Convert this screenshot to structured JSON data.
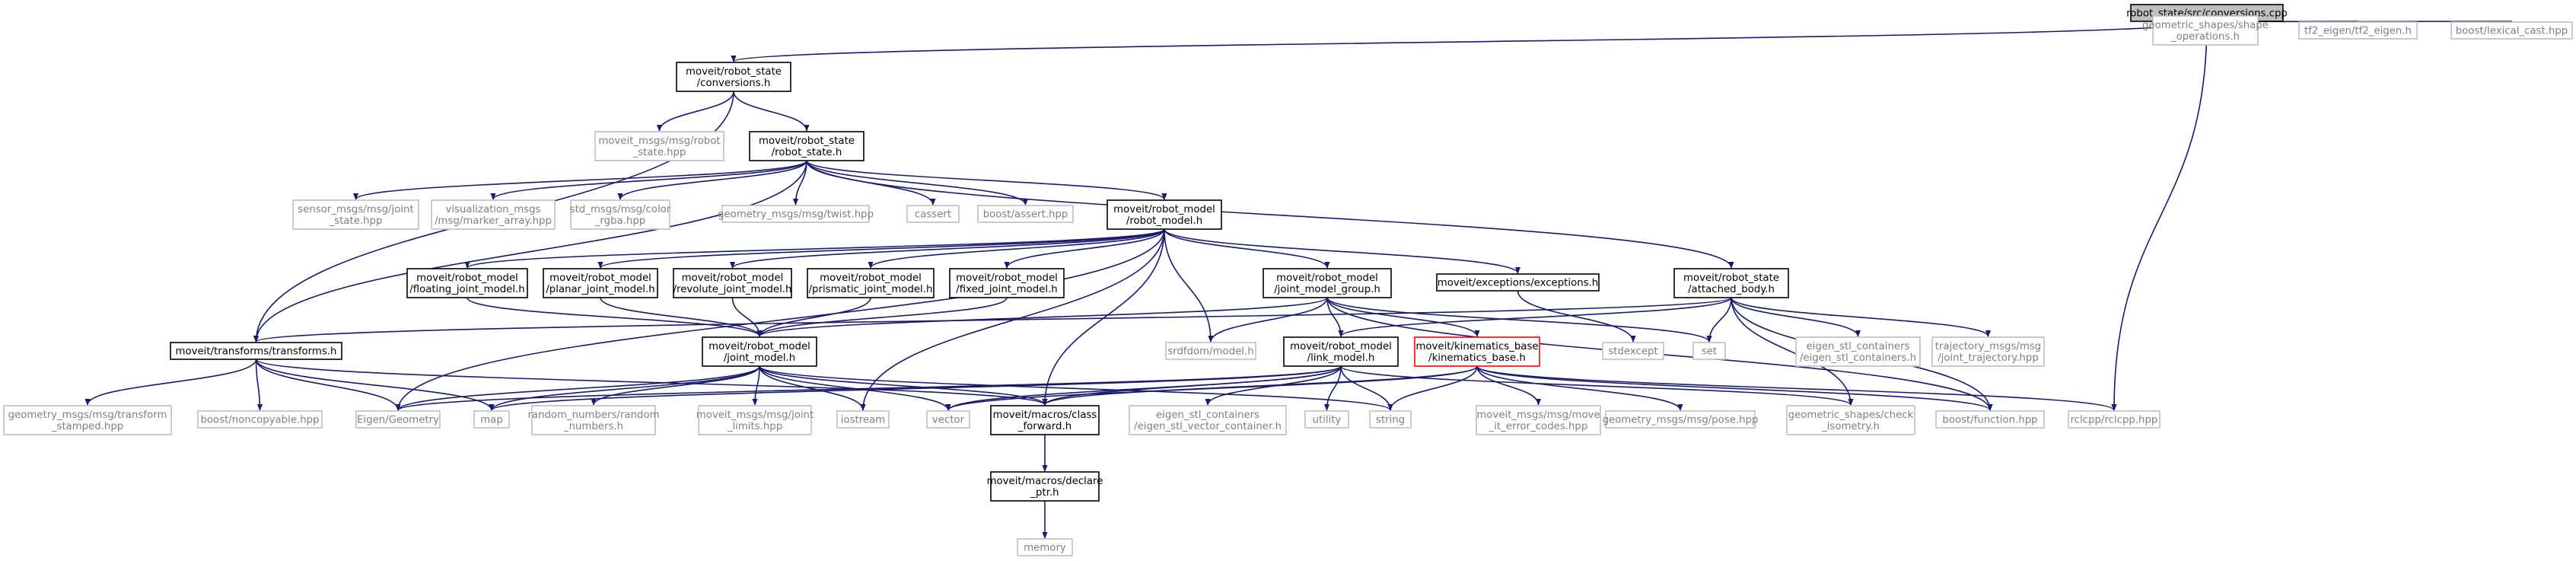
{
  "graph": {
    "colors": {
      "edge": "#191970",
      "root_fill": "#bfbfbf",
      "box_border": "#000000",
      "external_border": "#bfbfbf",
      "missing_border": "#ff0000"
    },
    "nodes": [
      {
        "id": "root",
        "kind": "root",
        "lines": [
          "robot_state/src/conversions.cpp"
        ]
      },
      {
        "id": "conv",
        "kind": "internal",
        "lines": [
          "moveit/robot_state",
          "/conversions.h"
        ]
      },
      {
        "id": "geoshape",
        "kind": "external",
        "lines": [
          "geometric_shapes/shape",
          "_operations.h"
        ]
      },
      {
        "id": "tf2eigen",
        "kind": "external",
        "lines": [
          "tf2_eigen/tf2_eigen.h"
        ]
      },
      {
        "id": "lexical",
        "kind": "external",
        "lines": [
          "boost/lexical_cast.hpp"
        ]
      },
      {
        "id": "rsmsg",
        "kind": "external",
        "lines": [
          "moveit_msgs/msg/robot",
          "_state.hpp"
        ]
      },
      {
        "id": "rs",
        "kind": "internal",
        "lines": [
          "moveit/robot_state",
          "/robot_state.h"
        ]
      },
      {
        "id": "sensor",
        "kind": "external",
        "lines": [
          "sensor_msgs/msg/joint",
          "_state.hpp"
        ]
      },
      {
        "id": "vis",
        "kind": "external",
        "lines": [
          "visualization_msgs",
          "/msg/marker_array.hpp"
        ]
      },
      {
        "id": "color",
        "kind": "external",
        "lines": [
          "std_msgs/msg/color",
          "_rgba.hpp"
        ]
      },
      {
        "id": "twist",
        "kind": "external",
        "lines": [
          "geometry_msgs/msg/twist.hpp"
        ]
      },
      {
        "id": "cassert",
        "kind": "external",
        "lines": [
          "cassert"
        ]
      },
      {
        "id": "bassert",
        "kind": "external",
        "lines": [
          "boost/assert.hpp"
        ]
      },
      {
        "id": "rm",
        "kind": "internal",
        "lines": [
          "moveit/robot_model",
          "/robot_model.h"
        ]
      },
      {
        "id": "fjm",
        "kind": "internal",
        "lines": [
          "moveit/robot_model",
          "/floating_joint_model.h"
        ]
      },
      {
        "id": "pjm",
        "kind": "internal",
        "lines": [
          "moveit/robot_model",
          "/planar_joint_model.h"
        ]
      },
      {
        "id": "rjm",
        "kind": "internal",
        "lines": [
          "moveit/robot_model",
          "/revolute_joint_model.h"
        ]
      },
      {
        "id": "prjm",
        "kind": "internal",
        "lines": [
          "moveit/robot_model",
          "/prismatic_joint_model.h"
        ]
      },
      {
        "id": "fxjm",
        "kind": "internal",
        "lines": [
          "moveit/robot_model",
          "/fixed_joint_model.h"
        ]
      },
      {
        "id": "jmg",
        "kind": "internal",
        "lines": [
          "moveit/robot_model",
          "/joint_model_group.h"
        ]
      },
      {
        "id": "exc",
        "kind": "internal",
        "lines": [
          "moveit/exceptions/exceptions.h"
        ]
      },
      {
        "id": "ab",
        "kind": "internal",
        "lines": [
          "moveit/robot_state",
          "/attached_body.h"
        ]
      },
      {
        "id": "tt",
        "kind": "internal",
        "lines": [
          "moveit/transforms/transforms.h"
        ]
      },
      {
        "id": "jm",
        "kind": "internal",
        "lines": [
          "moveit/robot_model",
          "/joint_model.h"
        ]
      },
      {
        "id": "srdf",
        "kind": "external",
        "lines": [
          "srdfdom/model.h"
        ]
      },
      {
        "id": "lm",
        "kind": "internal",
        "lines": [
          "moveit/robot_model",
          "/link_model.h"
        ]
      },
      {
        "id": "kb",
        "kind": "missing",
        "lines": [
          "moveit/kinematics_base",
          "/kinematics_base.h"
        ]
      },
      {
        "id": "stdexcept",
        "kind": "external",
        "lines": [
          "stdexcept"
        ]
      },
      {
        "id": "set",
        "kind": "external",
        "lines": [
          "set"
        ]
      },
      {
        "id": "eigstl",
        "kind": "external",
        "lines": [
          "eigen_stl_containers",
          "/eigen_stl_containers.h"
        ]
      },
      {
        "id": "traj",
        "kind": "external",
        "lines": [
          "trajectory_msgs/msg",
          "/joint_trajectory.hpp"
        ]
      },
      {
        "id": "gtrans",
        "kind": "external",
        "lines": [
          "geometry_msgs/msg/transform",
          "_stamped.hpp"
        ]
      },
      {
        "id": "noncopy",
        "kind": "external",
        "lines": [
          "boost/noncopyable.hpp"
        ]
      },
      {
        "id": "eigen",
        "kind": "external",
        "lines": [
          "Eigen/Geometry"
        ]
      },
      {
        "id": "map",
        "kind": "external",
        "lines": [
          "map"
        ]
      },
      {
        "id": "rand",
        "kind": "external",
        "lines": [
          "random_numbers/random",
          "_numbers.h"
        ]
      },
      {
        "id": "jlim",
        "kind": "external",
        "lines": [
          "moveit_msgs/msg/joint",
          "_limits.hpp"
        ]
      },
      {
        "id": "iostream",
        "kind": "external",
        "lines": [
          "iostream"
        ]
      },
      {
        "id": "vector",
        "kind": "external",
        "lines": [
          "vector"
        ]
      },
      {
        "id": "cf",
        "kind": "internal",
        "lines": [
          "moveit/macros/class",
          "_forward.h"
        ]
      },
      {
        "id": "evc",
        "kind": "external",
        "lines": [
          "eigen_stl_containers",
          "/eigen_stl_vector_container.h"
        ]
      },
      {
        "id": "utility",
        "kind": "external",
        "lines": [
          "utility"
        ]
      },
      {
        "id": "string",
        "kind": "external",
        "lines": [
          "string"
        ]
      },
      {
        "id": "mie",
        "kind": "external",
        "lines": [
          "moveit_msgs/msg/move",
          "_it_error_codes.hpp"
        ]
      },
      {
        "id": "pose",
        "kind": "external",
        "lines": [
          "geometry_msgs/msg/pose.hpp"
        ]
      },
      {
        "id": "checkiso",
        "kind": "external",
        "lines": [
          "geometric_shapes/check",
          "_isometry.h"
        ]
      },
      {
        "id": "bfunc",
        "kind": "external",
        "lines": [
          "boost/function.hpp"
        ]
      },
      {
        "id": "rclcpp",
        "kind": "external",
        "lines": [
          "rclcpp/rclcpp.hpp"
        ]
      },
      {
        "id": "dp",
        "kind": "internal",
        "lines": [
          "moveit/macros/declare",
          "_ptr.h"
        ]
      },
      {
        "id": "memory",
        "kind": "external",
        "lines": [
          "memory"
        ]
      }
    ],
    "edges": [
      [
        "root",
        "conv"
      ],
      [
        "root",
        "geoshape"
      ],
      [
        "root",
        "tf2eigen"
      ],
      [
        "root",
        "lexical"
      ],
      [
        "root",
        "rclcpp"
      ],
      [
        "conv",
        "rsmsg"
      ],
      [
        "conv",
        "rs"
      ],
      [
        "conv",
        "tt"
      ],
      [
        "rs",
        "sensor"
      ],
      [
        "rs",
        "vis"
      ],
      [
        "rs",
        "color"
      ],
      [
        "rs",
        "twist"
      ],
      [
        "rs",
        "cassert"
      ],
      [
        "rs",
        "bassert"
      ],
      [
        "rs",
        "rm"
      ],
      [
        "rs",
        "ab"
      ],
      [
        "rs",
        "tt"
      ],
      [
        "rm",
        "fjm"
      ],
      [
        "rm",
        "pjm"
      ],
      [
        "rm",
        "rjm"
      ],
      [
        "rm",
        "prjm"
      ],
      [
        "rm",
        "fxjm"
      ],
      [
        "rm",
        "jmg"
      ],
      [
        "rm",
        "exc"
      ],
      [
        "rm",
        "srdf"
      ],
      [
        "rm",
        "eigen"
      ],
      [
        "rm",
        "iostream"
      ],
      [
        "rm",
        "cf"
      ],
      [
        "fjm",
        "jm"
      ],
      [
        "pjm",
        "jm"
      ],
      [
        "rjm",
        "jm"
      ],
      [
        "prjm",
        "jm"
      ],
      [
        "fxjm",
        "jm"
      ],
      [
        "jmg",
        "jm"
      ],
      [
        "jmg",
        "lm"
      ],
      [
        "jmg",
        "kb"
      ],
      [
        "jmg",
        "srdf"
      ],
      [
        "jmg",
        "set"
      ],
      [
        "jmg",
        "bfunc"
      ],
      [
        "exc",
        "stdexcept"
      ],
      [
        "ab",
        "lm"
      ],
      [
        "ab",
        "tt"
      ],
      [
        "ab",
        "set"
      ],
      [
        "ab",
        "eigstl"
      ],
      [
        "ab",
        "traj"
      ],
      [
        "ab",
        "checkiso"
      ],
      [
        "ab",
        "bfunc"
      ],
      [
        "tt",
        "gtrans"
      ],
      [
        "tt",
        "noncopy"
      ],
      [
        "tt",
        "eigen"
      ],
      [
        "tt",
        "map"
      ],
      [
        "tt",
        "cf"
      ],
      [
        "jm",
        "eigen"
      ],
      [
        "jm",
        "map"
      ],
      [
        "jm",
        "rand"
      ],
      [
        "jm",
        "jlim"
      ],
      [
        "jm",
        "iostream"
      ],
      [
        "jm",
        "vector"
      ],
      [
        "jm",
        "cf"
      ],
      [
        "jm",
        "string"
      ],
      [
        "lm",
        "eigen"
      ],
      [
        "lm",
        "map"
      ],
      [
        "lm",
        "vector"
      ],
      [
        "lm",
        "cf"
      ],
      [
        "lm",
        "evc"
      ],
      [
        "lm",
        "utility"
      ],
      [
        "lm",
        "string"
      ],
      [
        "lm",
        "checkiso"
      ],
      [
        "kb",
        "cf"
      ],
      [
        "kb",
        "string"
      ],
      [
        "kb",
        "mie"
      ],
      [
        "kb",
        "pose"
      ],
      [
        "kb",
        "bfunc"
      ],
      [
        "kb",
        "rclcpp"
      ],
      [
        "kb",
        "vector"
      ],
      [
        "cf",
        "dp"
      ],
      [
        "dp",
        "memory"
      ]
    ]
  }
}
